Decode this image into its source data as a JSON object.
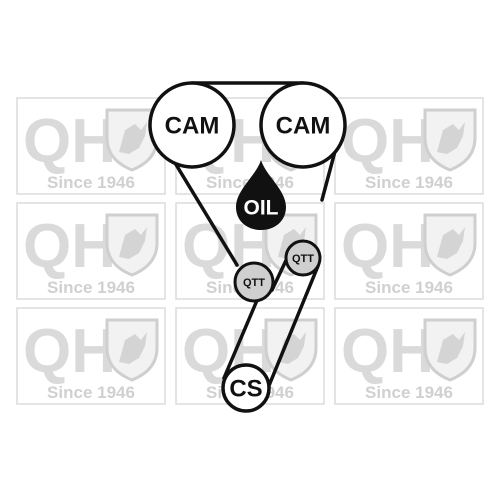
{
  "watermark": {
    "brand_text": "QH",
    "since_text": "Since 1946",
    "color": "#d9d9d9",
    "icon": "griffin-shield-icon"
  },
  "diagram": {
    "belt_color": "#111111",
    "pulleys": {
      "cam_left": {
        "label": "CAM"
      },
      "cam_right": {
        "label": "CAM"
      },
      "qtt_upper": {
        "label": "QTT"
      },
      "qtt_lower": {
        "label": "QTT"
      },
      "crankshaft": {
        "label": "CS"
      }
    },
    "oil": {
      "label": "OIL",
      "icon": "oil-drop-icon",
      "color": "#111111"
    }
  }
}
